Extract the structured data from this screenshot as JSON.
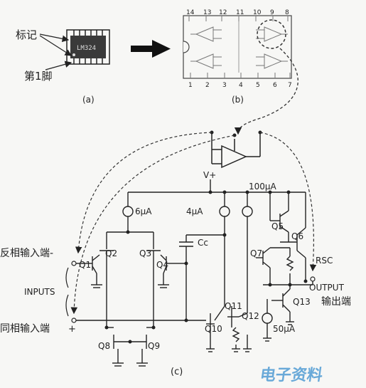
{
  "panel_a": {
    "mark_label": "标记",
    "pin1_label": "第1脚",
    "chip_text": "LM324",
    "caption": "(a)"
  },
  "panel_b": {
    "pins_top": [
      "14",
      "13",
      "12",
      "11",
      "10",
      "9",
      "8"
    ],
    "pins_bottom": [
      "1",
      "2",
      "3",
      "4",
      "5",
      "6",
      "7"
    ],
    "caption": "(b)"
  },
  "panel_c": {
    "vplus": "V+",
    "i_100": "100μA",
    "i_6": "6μA",
    "i_4": "4μA",
    "i_50": "50μA",
    "cc": "Cc",
    "inv_input": "反相输入端-",
    "noninv_input": "同相输入端",
    "plus": "+",
    "inputs": "INPUTS",
    "rsc": "RSC",
    "output": "OUTPUT",
    "output_cn": "输出端",
    "transistors": {
      "q1": "Q1",
      "q2": "Q2",
      "q3": "Q3",
      "q4": "Q4",
      "q5": "Q5",
      "q6": "Q6",
      "q7": "Q7",
      "q8": "Q8",
      "q9": "Q9",
      "q10": "Q10",
      "q11": "Q11",
      "q12": "Q12",
      "q13": "Q13"
    },
    "caption": "(c)"
  },
  "watermark": "电子资料",
  "colors": {
    "ink": "#222222",
    "watermark": "#3a8fcf",
    "watermark_red": "#d23a2a"
  }
}
